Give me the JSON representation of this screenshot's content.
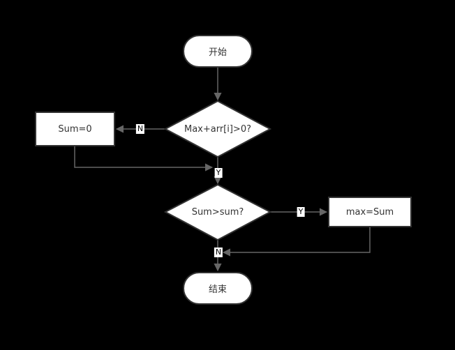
{
  "theme": {
    "bg": "#000000",
    "fill": "#ffffff",
    "border": "#333333",
    "edge": "#666666",
    "text": "#333333",
    "labelBg": "#ffffff",
    "labelText": "#000000"
  },
  "diagram": {
    "type": "flowchart",
    "nodes": {
      "start": {
        "shape": "terminator",
        "label": "开始"
      },
      "decision1": {
        "shape": "decision",
        "label": "Max+arr[i]>0?"
      },
      "sum0": {
        "shape": "process",
        "label": "Sum=0"
      },
      "decision2": {
        "shape": "decision",
        "label": "Sum>sum?"
      },
      "maxsum": {
        "shape": "process",
        "label": "max=Sum"
      },
      "end": {
        "shape": "terminator",
        "label": "结束"
      }
    },
    "edges": {
      "start_to_decision1": {
        "label": ""
      },
      "decision1_no": {
        "label": "N"
      },
      "decision1_yes": {
        "label": "Y"
      },
      "sum0_return": {
        "label": ""
      },
      "decision2_yes": {
        "label": "Y"
      },
      "decision2_no": {
        "label": "N"
      },
      "maxsum_return": {
        "label": ""
      }
    }
  }
}
